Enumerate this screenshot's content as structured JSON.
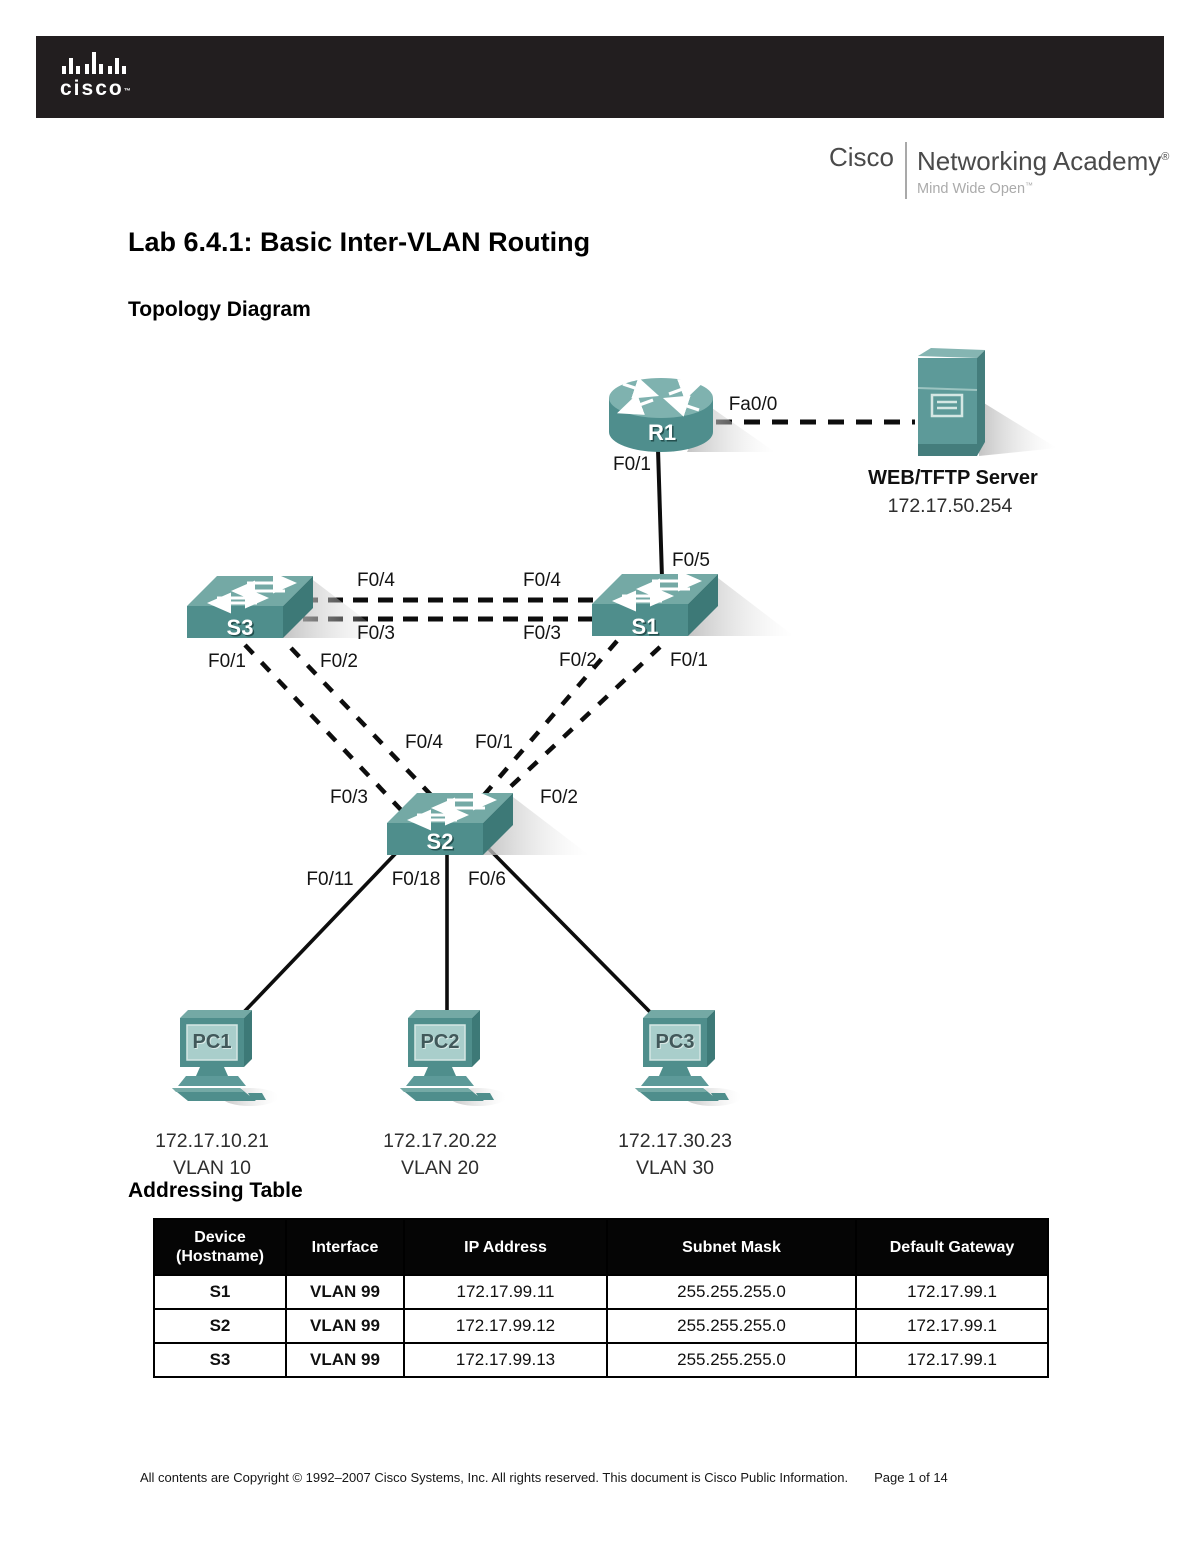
{
  "header": {
    "logo": "cisco",
    "logo_tm": "™",
    "brand_cisco": "Cisco",
    "brand_academy": "Networking Academy",
    "brand_reg": "®",
    "brand_tagline": "Mind Wide Open",
    "brand_tagline_tm": "™"
  },
  "titles": {
    "main": "Lab 6.4.1: Basic Inter-VLAN Routing",
    "topology": "Topology Diagram",
    "addressing": "Addressing Table"
  },
  "topology": {
    "router": {
      "name": "R1"
    },
    "server": {
      "label": "WEB/TFTP Server",
      "ip": "172.17.50.254"
    },
    "switches": {
      "s1": "S1",
      "s2": "S2",
      "s3": "S3"
    },
    "pcs": [
      {
        "name": "PC1",
        "ip": "172.17.10.21",
        "vlan": "VLAN 10"
      },
      {
        "name": "PC2",
        "ip": "172.17.20.22",
        "vlan": "VLAN 20"
      },
      {
        "name": "PC3",
        "ip": "172.17.30.23",
        "vlan": "VLAN 30"
      }
    ],
    "ports": {
      "r1_fa00": "Fa0/0",
      "r1_f01": "F0/1",
      "s1_f05": "F0/5",
      "s3_f04": "F0/4",
      "s1_f04": "F0/4",
      "s3_f03": "F0/3",
      "s1_f03": "F0/3",
      "s3_f01": "F0/1",
      "s3_f02": "F0/2",
      "s1_f02": "F0/2",
      "s1_f01": "F0/1",
      "s2_f04": "F0/4",
      "s2_f01": "F0/1",
      "s2_f03": "F0/3",
      "s2_f02": "F0/2",
      "s2_f011": "F0/11",
      "s2_f018": "F0/18",
      "s2_f06": "F0/6"
    }
  },
  "table": {
    "headers": {
      "device_line1": "Device",
      "device_line2": "(Hostname)",
      "interface": "Interface",
      "ip": "IP Address",
      "mask": "Subnet Mask",
      "gateway": "Default Gateway"
    },
    "rows": [
      {
        "device": "S1",
        "interface": "VLAN 99",
        "ip": "172.17.99.11",
        "mask": "255.255.255.0",
        "gateway": "172.17.99.1"
      },
      {
        "device": "S2",
        "interface": "VLAN 99",
        "ip": "172.17.99.12",
        "mask": "255.255.255.0",
        "gateway": "172.17.99.1"
      },
      {
        "device": "S3",
        "interface": "VLAN 99",
        "ip": "172.17.99.13",
        "mask": "255.255.255.0",
        "gateway": "172.17.99.1"
      }
    ]
  },
  "footer": {
    "copyright": "All contents are Copyright © 1992–2007 Cisco Systems, Inc. All rights reserved. This document is Cisco Public Information.",
    "page": "Page 1 of 14"
  },
  "colors": {
    "header_bar": "#221e1f",
    "device_top": "#74a9a5",
    "device_front": "#4f8e8c",
    "device_side": "#3d7977",
    "screen": "#a9cecb",
    "shadow": "#c3c3c3",
    "link": "#0d0d0d"
  }
}
